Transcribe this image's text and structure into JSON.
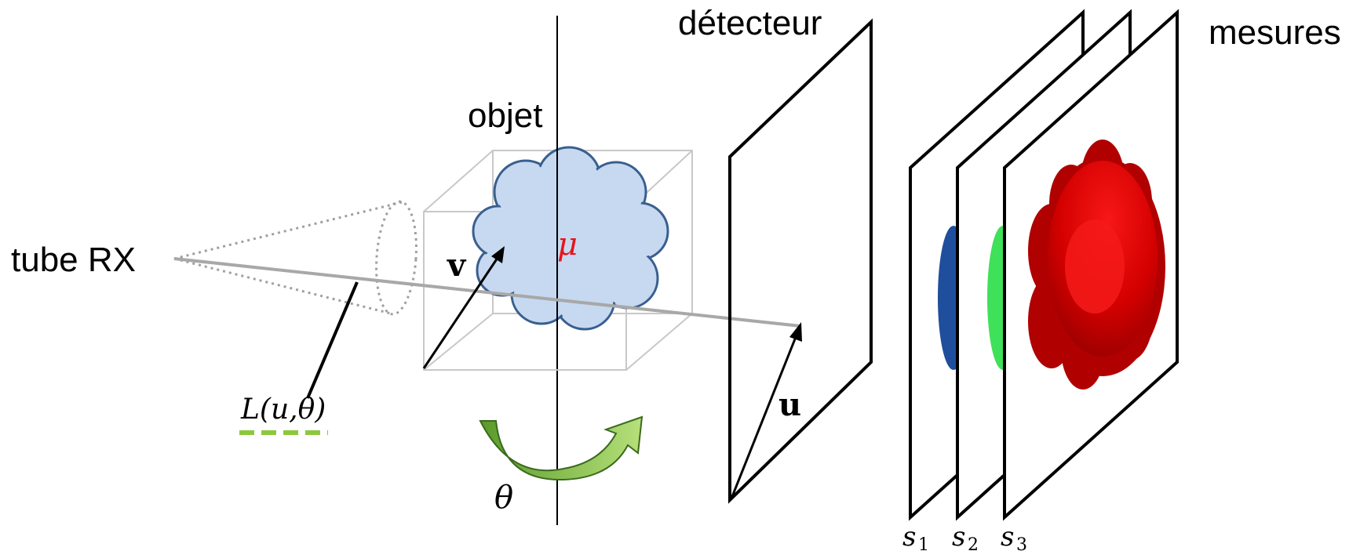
{
  "labels": {
    "tube": "tube RX",
    "object": "objet",
    "detector": "détecteur",
    "measures": "mesures",
    "mu": "μ",
    "v": "v",
    "u": "u",
    "theta": "θ",
    "line_fn": "L(u,θ)",
    "s1": "s",
    "s1_sub": "1",
    "s2": "s",
    "s2_sub": "2",
    "s3": "s",
    "s3_sub": "3"
  },
  "colors": {
    "cloud_fill": "#c6d9f1",
    "cloud_stroke": "#3a5f8f",
    "mu": "#e8141b",
    "ray": "#a8a8a8",
    "cone": "#a0a0a0",
    "box": "#c8c8c8",
    "rotation_arrow": "#6aa53a",
    "line_underline": "#8cc83c",
    "s1_blob": "#1f4e9c",
    "s2_blob": "#3fe05a",
    "s3_blob_dark": "#a80000",
    "s3_blob_light": "#ff1010"
  }
}
